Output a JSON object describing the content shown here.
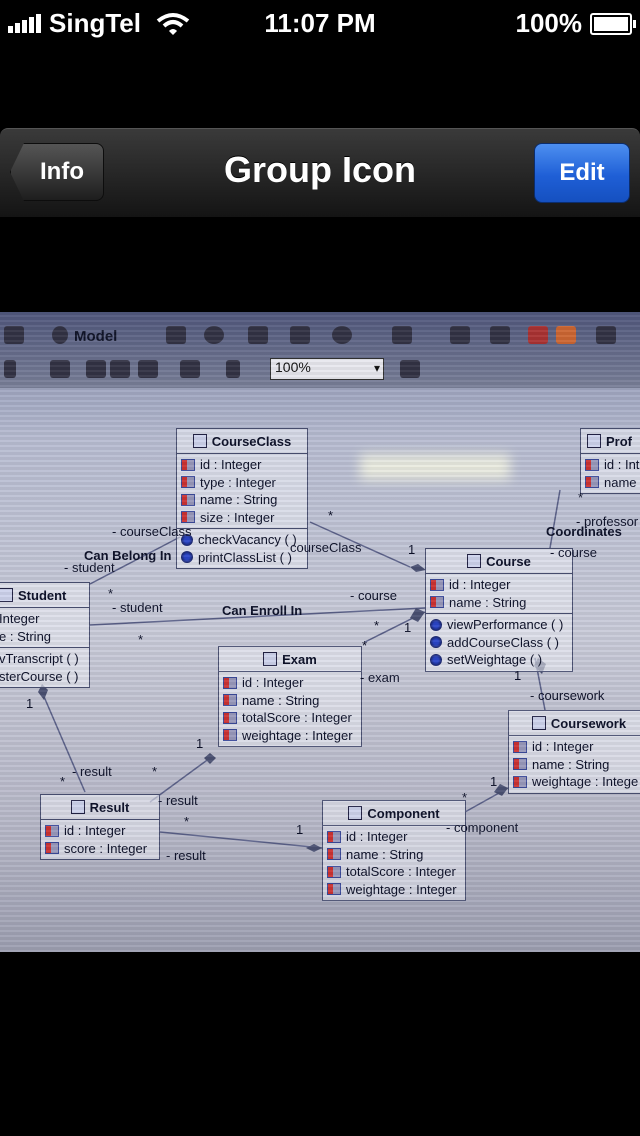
{
  "status_bar": {
    "carrier": "SingTel",
    "time": "11:07 PM",
    "battery": "100%"
  },
  "nav": {
    "back_label": "Info",
    "title": "Group Icon",
    "edit_label": "Edit"
  },
  "photo": {
    "toolbar": {
      "model_label": "Model",
      "zoom_value": "100%"
    },
    "classes": {
      "courseclass": {
        "name": "CourseClass",
        "attrs": [
          "id : Integer",
          "type : Integer",
          "name : String",
          "size : Integer"
        ],
        "methods": [
          "checkVacancy ( )",
          "printClassList ( )"
        ]
      },
      "course": {
        "name": "Course",
        "attrs": [
          "id : Integer",
          "name : String"
        ],
        "methods": [
          "viewPerformance ( )",
          "addCourseClass ( )",
          "setWeightage ( )"
        ]
      },
      "student": {
        "name": "Student",
        "attrs": [
          "Integer",
          "e : String"
        ],
        "methods": [
          "vTranscript ( )",
          "sterCourse ( )"
        ]
      },
      "exam": {
        "name": "Exam",
        "attrs": [
          "id : Integer",
          "name : String",
          "totalScore : Integer",
          "weightage : Integer"
        ]
      },
      "professor": {
        "name": "Prof",
        "attrs": [
          "id : Int",
          "name"
        ]
      },
      "coursework": {
        "name": "Coursework",
        "attrs": [
          "id : Integer",
          "name : String",
          "weightage : Intege"
        ]
      },
      "result": {
        "name": "Result",
        "attrs": [
          "id : Integer",
          "score : Integer"
        ]
      },
      "component": {
        "name": "Component",
        "attrs": [
          "id : Integer",
          "name : String",
          "totalScore : Integer",
          "weightage : Integer"
        ]
      }
    },
    "labels": {
      "can_belong_in": "Can Belong In",
      "can_enroll_in": "Can Enroll In",
      "coordinates": "Coordinates",
      "courseclass_role": "- courseClass",
      "courseclass_role2": "courseClass",
      "student_role_top": "- student",
      "student_role_mid": "- student",
      "course_role_top": "- course",
      "course_role_mid": "- course",
      "professor_role": "- professor",
      "exam_role": "- exam",
      "coursework_role": "- coursework",
      "component_role": "- component",
      "result_role1": "- result",
      "result_role2": "- result",
      "result_role3": "- result",
      "one_a": "1",
      "one_b": "1",
      "one_c": "1",
      "one_d": "1",
      "one_e": "1",
      "one_f": "1",
      "one_g": "1",
      "star_a": "*",
      "star_b": "*",
      "star_c": "*",
      "star_d": "*",
      "star_e": "*",
      "star_f": "*",
      "star_g": "*",
      "star_h": "*",
      "star_i": "*",
      "star_j": "*"
    }
  }
}
